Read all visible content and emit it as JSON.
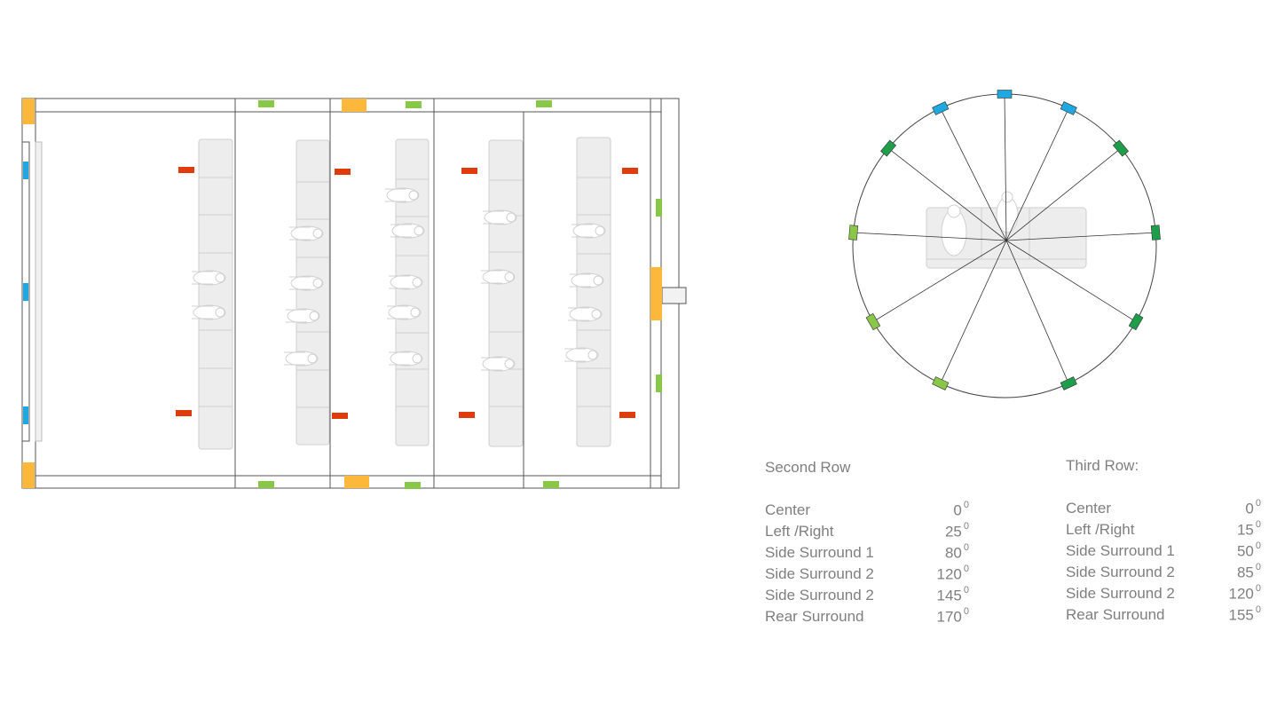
{
  "colors": {
    "front_speaker": "#1fa8e0",
    "subwoofer": "#fbb83a",
    "atmos_speaker": "#88c748",
    "side_rear_speaker": "#1e9e4a",
    "seat_marker": "#e03b0c",
    "line": "#555555",
    "seat": "#e6e6e6"
  },
  "tables": [
    {
      "title": "Second Row",
      "rows": [
        {
          "label": "Center",
          "value": "0",
          "unit": "0"
        },
        {
          "label": "Left /Right",
          "value": "25",
          "unit": "0"
        },
        {
          "label": "Side Surround 1",
          "value": "80",
          "unit": "0"
        },
        {
          "label": "Side Surround 2",
          "value": "120",
          "unit": "0"
        },
        {
          "label": "Side Surround 2",
          "value": "145",
          "unit": "0"
        },
        {
          "label": "Rear Surround",
          "value": "170",
          "unit": "0"
        }
      ]
    },
    {
      "title": "Third Row:",
      "rows": [
        {
          "label": "Center",
          "value": "0",
          "unit": "0"
        },
        {
          "label": "Left /Right",
          "value": "15",
          "unit": "0"
        },
        {
          "label": "Side Surround 1",
          "value": "50",
          "unit": "0"
        },
        {
          "label": "Side Surround 2",
          "value": "85",
          "unit": "0"
        },
        {
          "label": "Side Surround 2",
          "value": "120",
          "unit": "0"
        },
        {
          "label": "Rear Surround",
          "value": "155",
          "unit": "0"
        }
      ]
    }
  ],
  "circle_speaker_angles": [
    {
      "angle": 0,
      "type": "front_speaker"
    },
    {
      "angle": -25,
      "type": "front_speaker"
    },
    {
      "angle": 25,
      "type": "front_speaker"
    },
    {
      "angle": 50,
      "type": "side_rear_speaker"
    },
    {
      "angle": 85,
      "type": "side_rear_speaker"
    },
    {
      "angle": 120,
      "type": "side_rear_speaker"
    },
    {
      "angle": 155,
      "type": "side_rear_speaker"
    },
    {
      "angle": -50,
      "type": "side_rear_speaker"
    },
    {
      "angle": -85,
      "type": "atmos_speaker"
    },
    {
      "angle": -120,
      "type": "atmos_speaker"
    },
    {
      "angle": -155,
      "type": "atmos_speaker"
    }
  ]
}
